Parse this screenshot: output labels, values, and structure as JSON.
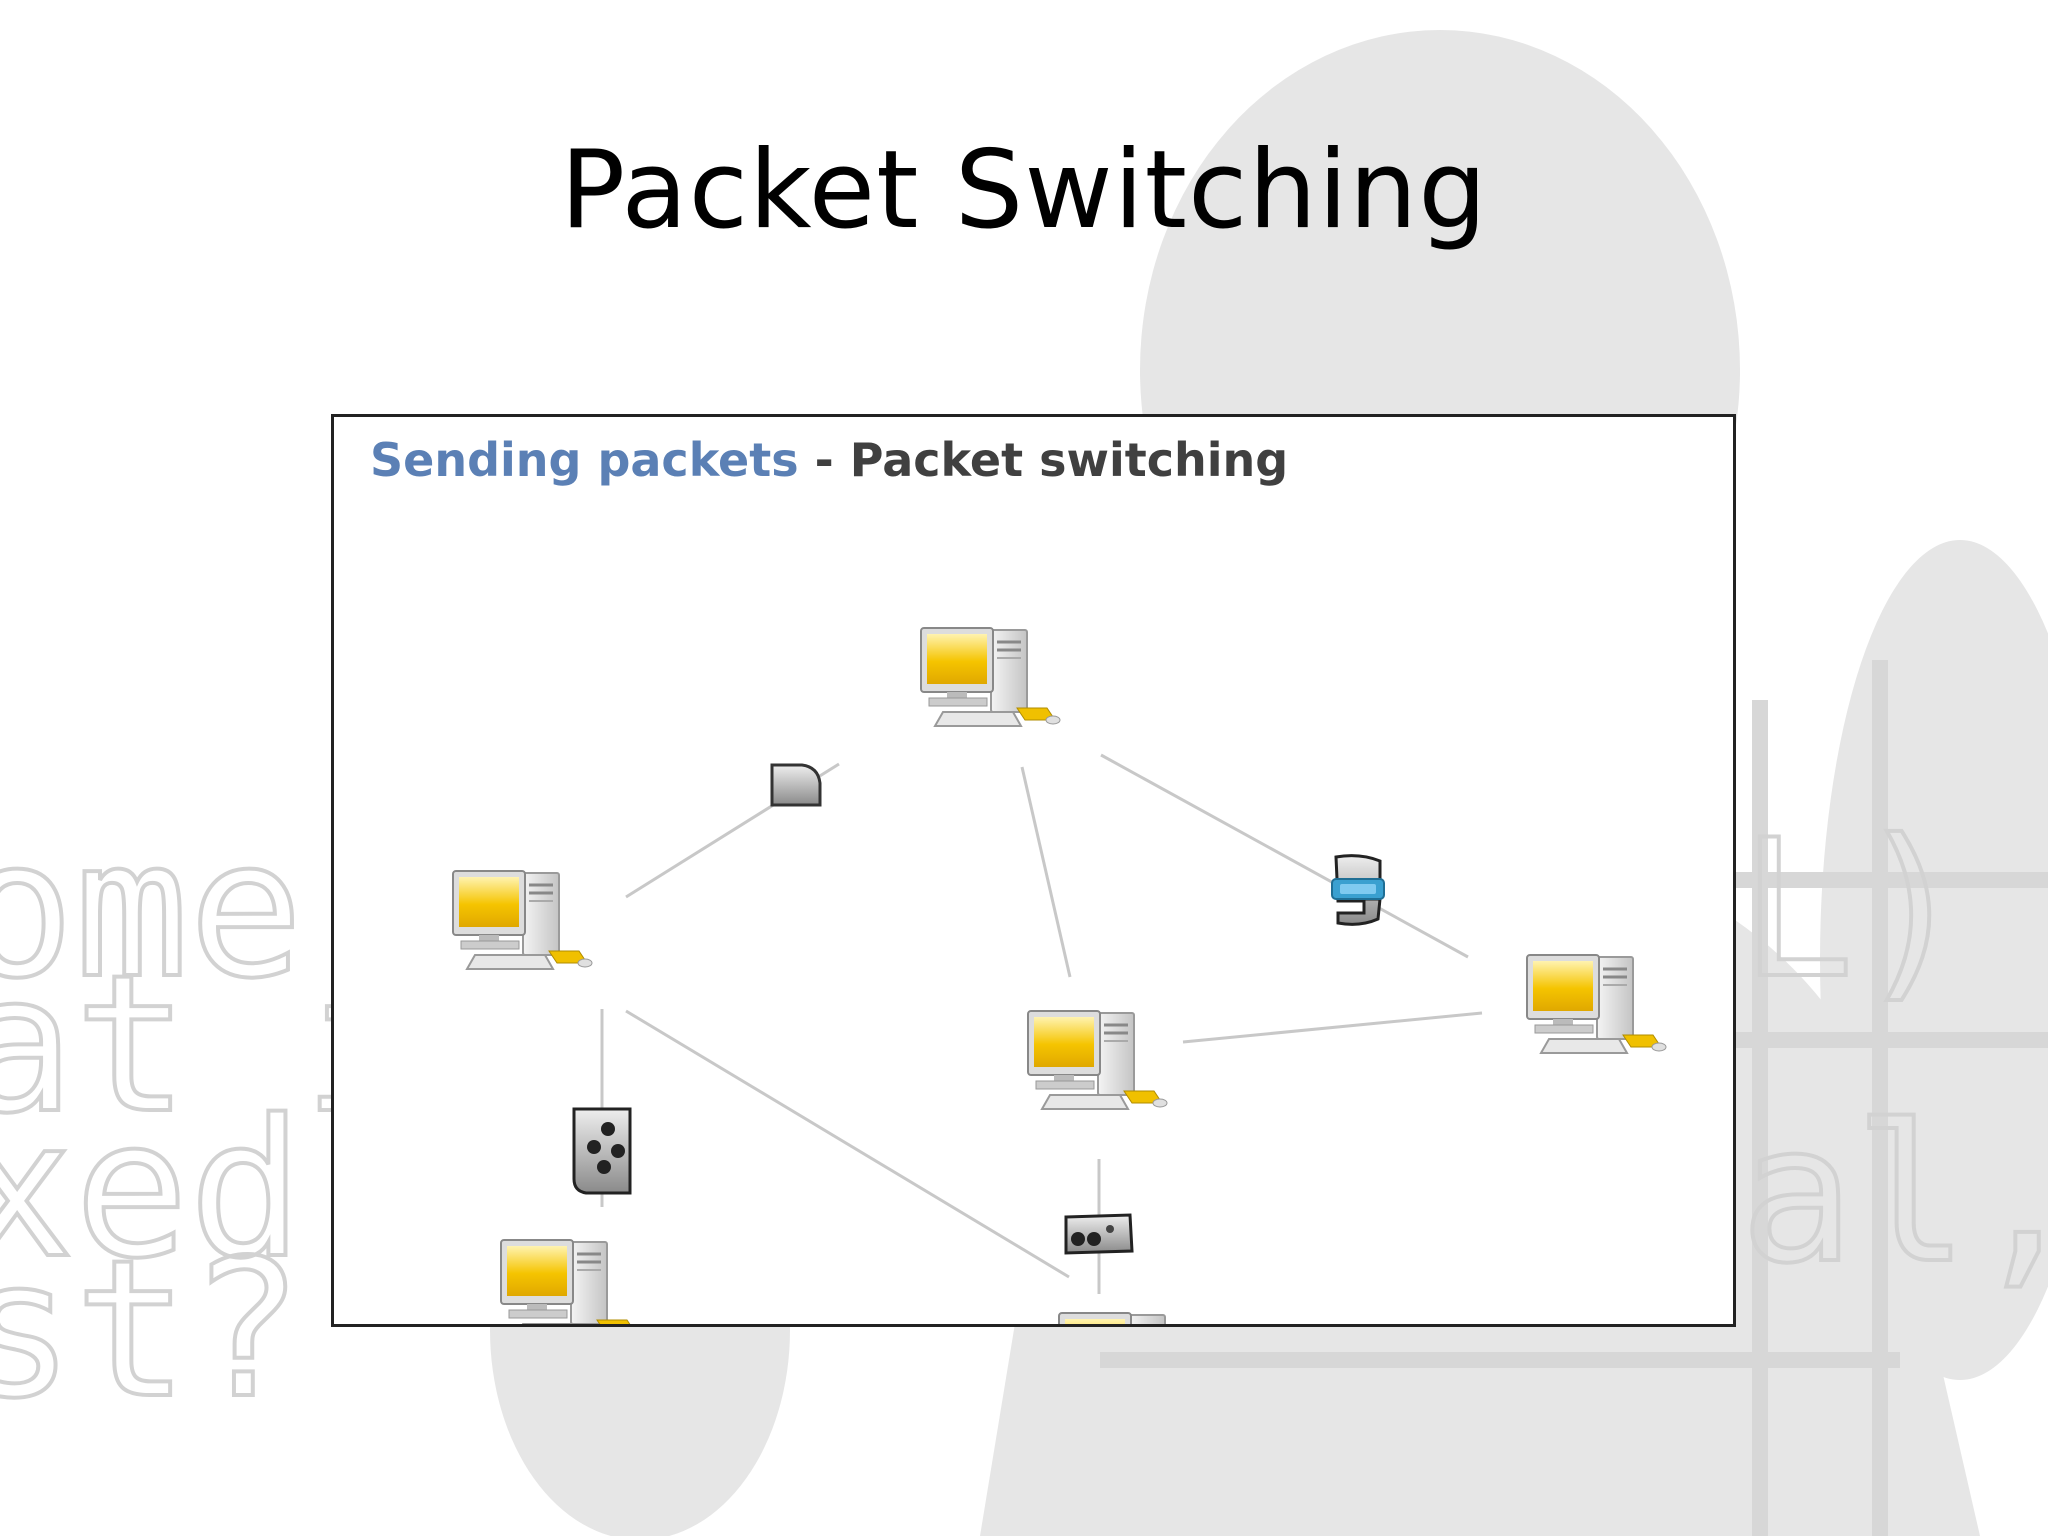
{
  "slide": {
    "title": "Packet Switching"
  },
  "figure": {
    "heading_part1": "Sending packets",
    "heading_separator": " - ",
    "heading_part2": "Packet switching",
    "heading_part1_color": "#5b80b5",
    "heading_part2_color": "#404040",
    "nodes": [
      {
        "id": "pc-top",
        "icon": "desktop-computer-icon"
      },
      {
        "id": "pc-left",
        "icon": "desktop-computer-icon"
      },
      {
        "id": "pc-center",
        "icon": "desktop-computer-icon"
      },
      {
        "id": "pc-right",
        "icon": "desktop-computer-icon"
      },
      {
        "id": "pc-bottom-left",
        "icon": "desktop-computer-icon"
      },
      {
        "id": "pc-bottom-center",
        "icon": "desktop-computer-icon"
      }
    ],
    "links": [
      {
        "from": "pc-left",
        "to": "pc-top"
      },
      {
        "from": "pc-top",
        "to": "pc-center"
      },
      {
        "from": "pc-top",
        "to": "pc-right"
      },
      {
        "from": "pc-center",
        "to": "pc-right"
      },
      {
        "from": "pc-left",
        "to": "pc-bottom-left"
      },
      {
        "from": "pc-left",
        "to": "pc-bottom-center"
      },
      {
        "from": "pc-center",
        "to": "pc-bottom-center"
      }
    ],
    "packets": [
      {
        "icon": "packet-fragment-icon",
        "on_link": "pc-left-pc-top"
      },
      {
        "icon": "video-packet-fragment-icon",
        "on_link": "pc-top-pc-right"
      },
      {
        "icon": "film-reel-packet-fragment-icon",
        "on_link": "pc-left-pc-bottom-left"
      },
      {
        "icon": "film-reel-packet-fragment-icon",
        "on_link": "pc-center-pc-bottom-center"
      }
    ]
  },
  "colors": {
    "screen_yellow": "#f5c400",
    "link_gray": "#c8c8c8",
    "video_label_blue": "#3aa0d0"
  }
}
